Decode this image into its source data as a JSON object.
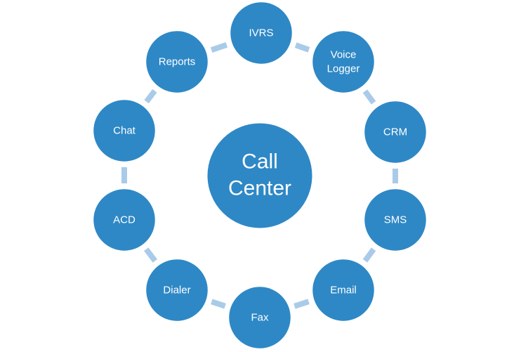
{
  "center": {
    "lines": [
      "Call",
      "Center"
    ]
  },
  "nodes": [
    {
      "id": "ivrs",
      "lines": [
        "IVRS"
      ]
    },
    {
      "id": "voice-logger",
      "lines": [
        "Voice",
        "Logger"
      ]
    },
    {
      "id": "crm",
      "lines": [
        "CRM"
      ]
    },
    {
      "id": "sms",
      "lines": [
        "SMS"
      ]
    },
    {
      "id": "email",
      "lines": [
        "Email"
      ]
    },
    {
      "id": "fax",
      "lines": [
        "Fax"
      ]
    },
    {
      "id": "dialer",
      "lines": [
        "Dialer"
      ]
    },
    {
      "id": "acd",
      "lines": [
        "ACD"
      ]
    },
    {
      "id": "chat",
      "lines": [
        "Chat"
      ]
    },
    {
      "id": "reports",
      "lines": [
        "Reports"
      ]
    }
  ],
  "colors": {
    "node_fill": "#2e88c6",
    "connector": "#a9cbe8",
    "text": "#ffffff",
    "background": "#ffffff"
  }
}
